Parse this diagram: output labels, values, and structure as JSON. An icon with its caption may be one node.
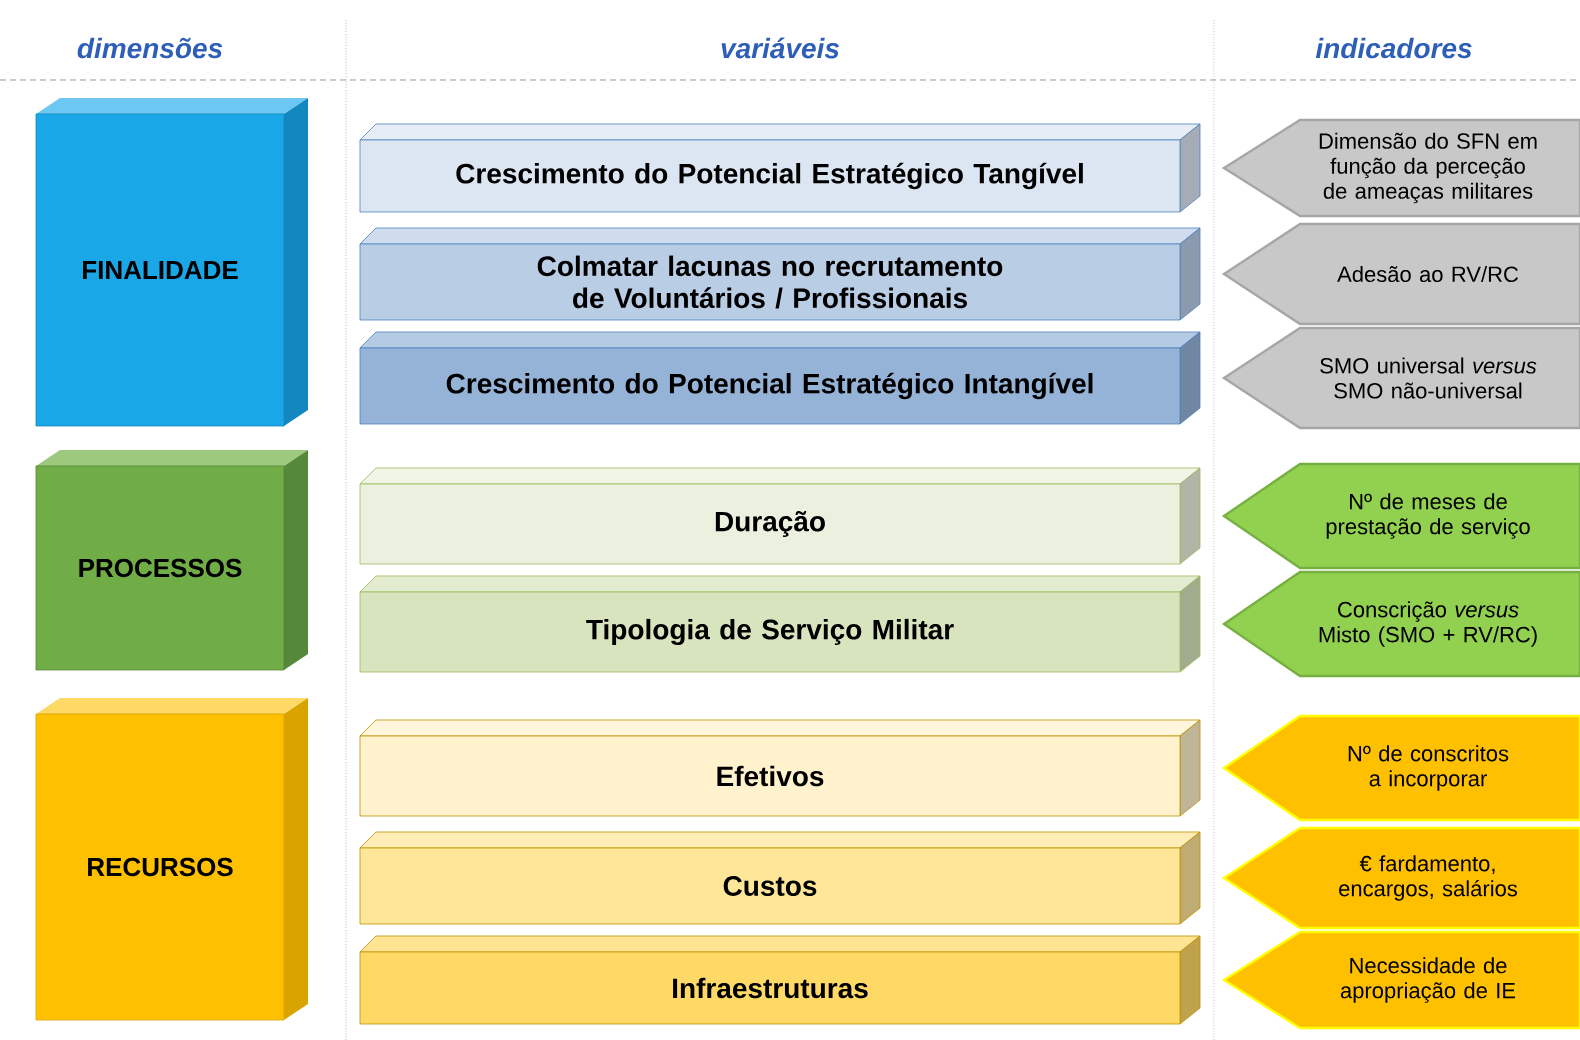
{
  "diagram": {
    "nodes": [
      {
        "text": [
          "FINALIDADE"
        ]
      },
      {
        "text": [
          "PROCESSOS"
        ]
      },
      {
        "text": [
          "RECURSOS"
        ]
      },
      {
        "text": [
          "Crescimento do Potencial Estratégico Tangível"
        ]
      },
      {
        "text": [
          "Colmatar lacunas no recrutamento de Voluntários / Profissionais"
        ]
      },
      {
        "text": [
          "Crescimento do Potencial Estratégico Intangível"
        ]
      },
      {
        "text": [
          "Duração"
        ]
      },
      {
        "text": [
          "Tipologia de Serviço Militar"
        ]
      },
      {
        "text": [
          "Efetivos"
        ]
      },
      {
        "text": [
          "Custos"
        ]
      },
      {
        "text": [
          "Infraestruturas"
        ]
      },
      {
        "text": [
          "Dimensão do SFN em função da perceção de ameaças militares"
        ]
      },
      {
        "text": [
          "Adesão ao RV/RC"
        ]
      },
      {
        "text": [
          "SMO universal *versus* SMO não-universal"
        ]
      },
      {
        "text": [
          "Nº de meses de prestação de serviço"
        ]
      },
      {
        "text": [
          "Conscrição *versus* Misto (SMO + RV/RC)"
        ]
      },
      {
        "text": [
          "Nº de conscritos a incorporar"
        ]
      },
      {
        "text": [
          "€ fardamento, encargos, salários"
        ]
      },
      {
        "text": [
          "Necessidade de apropriação de IE"
        ]
      }
    ],
    "labels": [
      "dimensões",
      "variáveis",
      "indicadores"
    ]
  }
}
